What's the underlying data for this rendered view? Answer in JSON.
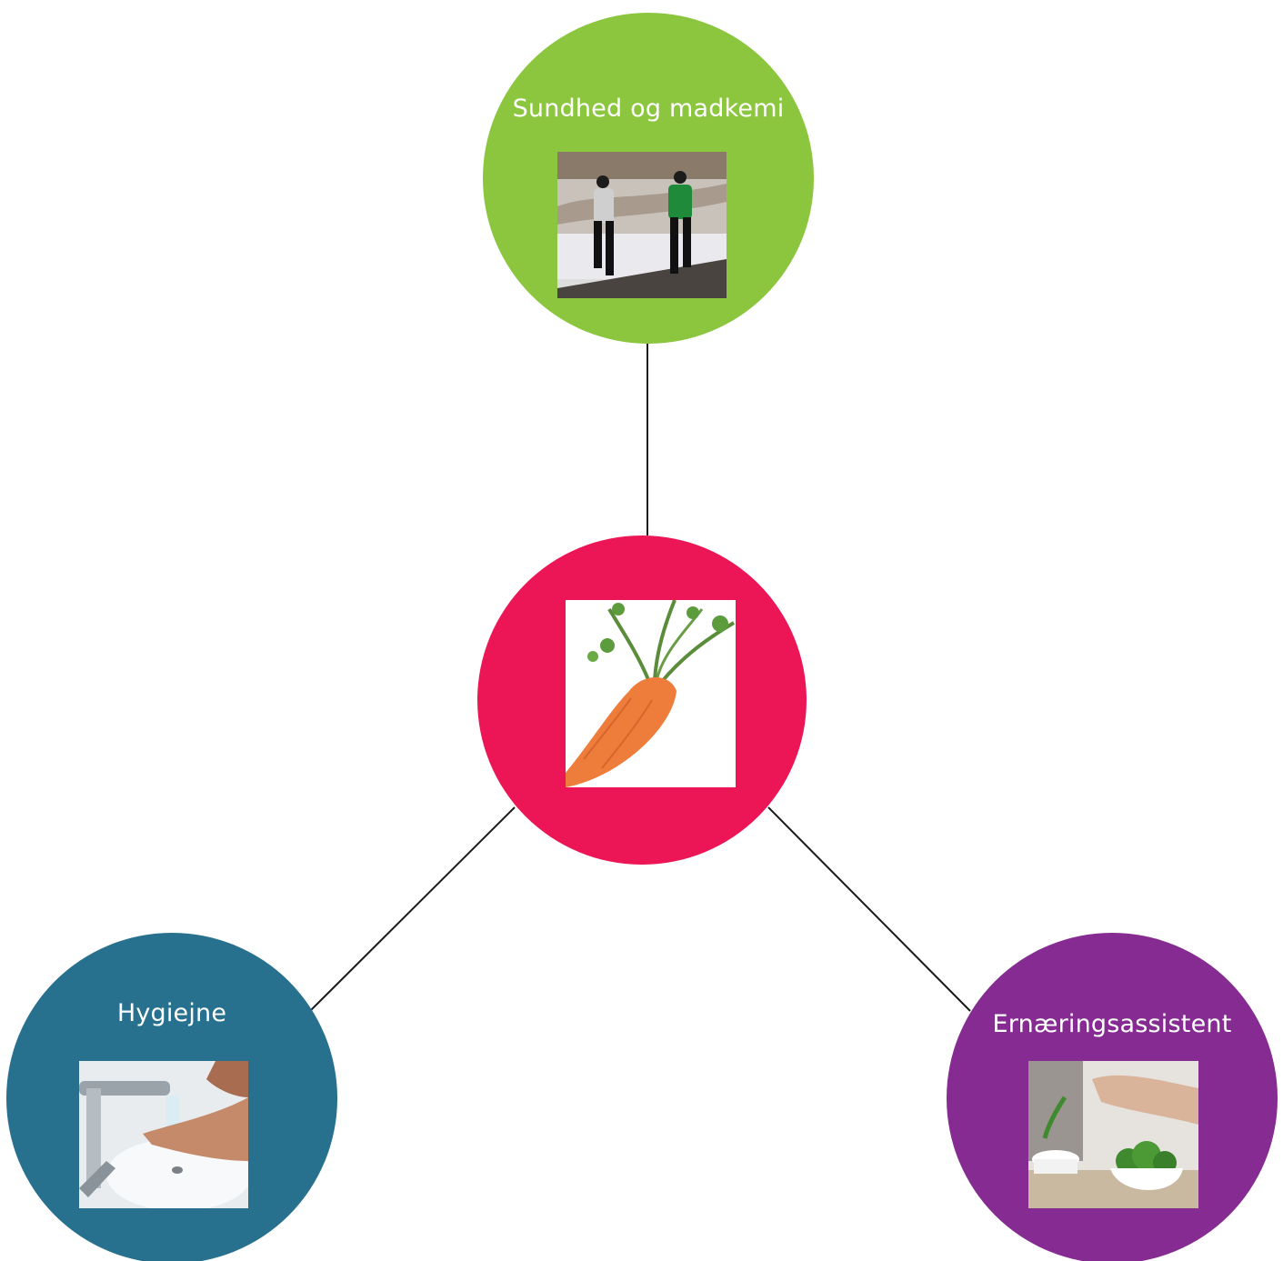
{
  "diagram": {
    "center": {
      "label": "",
      "color": "#ec1556",
      "image": "carrot-photo"
    },
    "nodes": [
      {
        "id": "top",
        "label": "Sundhed og madkemi",
        "color": "#8cc63f",
        "image": "runners-photo"
      },
      {
        "id": "left",
        "label": "Hygiejne",
        "color": "#27708e",
        "image": "handwashing-photo"
      },
      {
        "id": "right",
        "label": "Ernæringsassistent",
        "color": "#852b91",
        "image": "herbs-photo"
      }
    ],
    "connector_color": "#1a1a1a"
  }
}
